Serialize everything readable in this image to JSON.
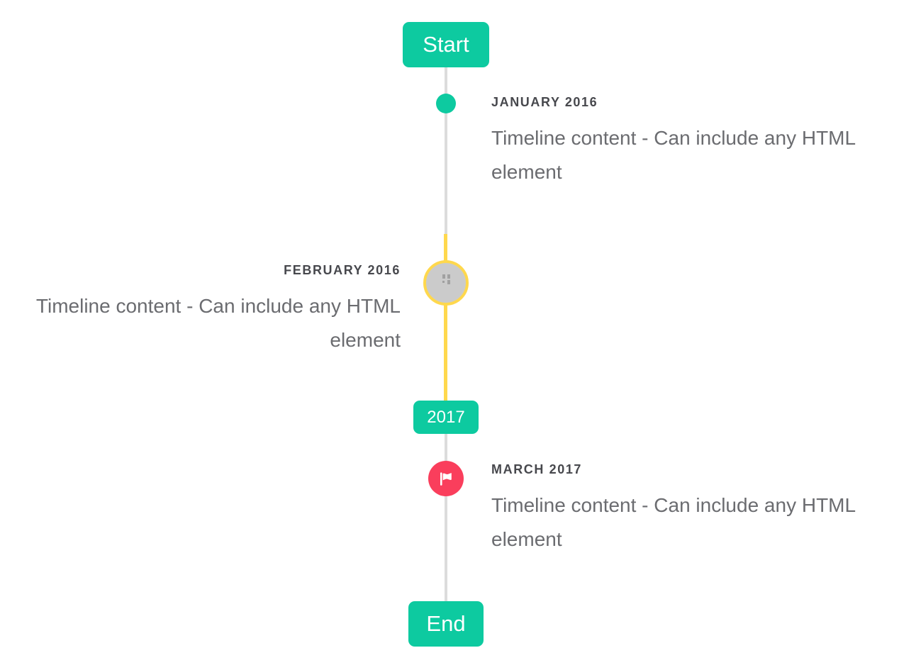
{
  "timeline": {
    "start_label": "Start",
    "end_label": "End",
    "year_badge_label": "2017",
    "events": [
      {
        "date": "JANUARY 2016",
        "content": "Timeline content - Can include any HTML element",
        "side": "right",
        "marker": "dot"
      },
      {
        "date": "FEBRUARY 2016",
        "content": "Timeline content - Can include any HTML element",
        "side": "left",
        "marker": "broken-image",
        "active": true
      },
      {
        "date": "MARCH 2017",
        "content": "Timeline content - Can include any HTML element",
        "side": "right",
        "marker": "flag"
      }
    ]
  },
  "colors": {
    "accent_teal": "#0dcaa0",
    "accent_yellow": "#ffd84d",
    "accent_pink": "#fa3e5c",
    "line_gray": "#dcdcdc",
    "marker_gray": "#cbcbcb",
    "label_gray": "#47484d",
    "content_gray": "#6b6c70"
  }
}
